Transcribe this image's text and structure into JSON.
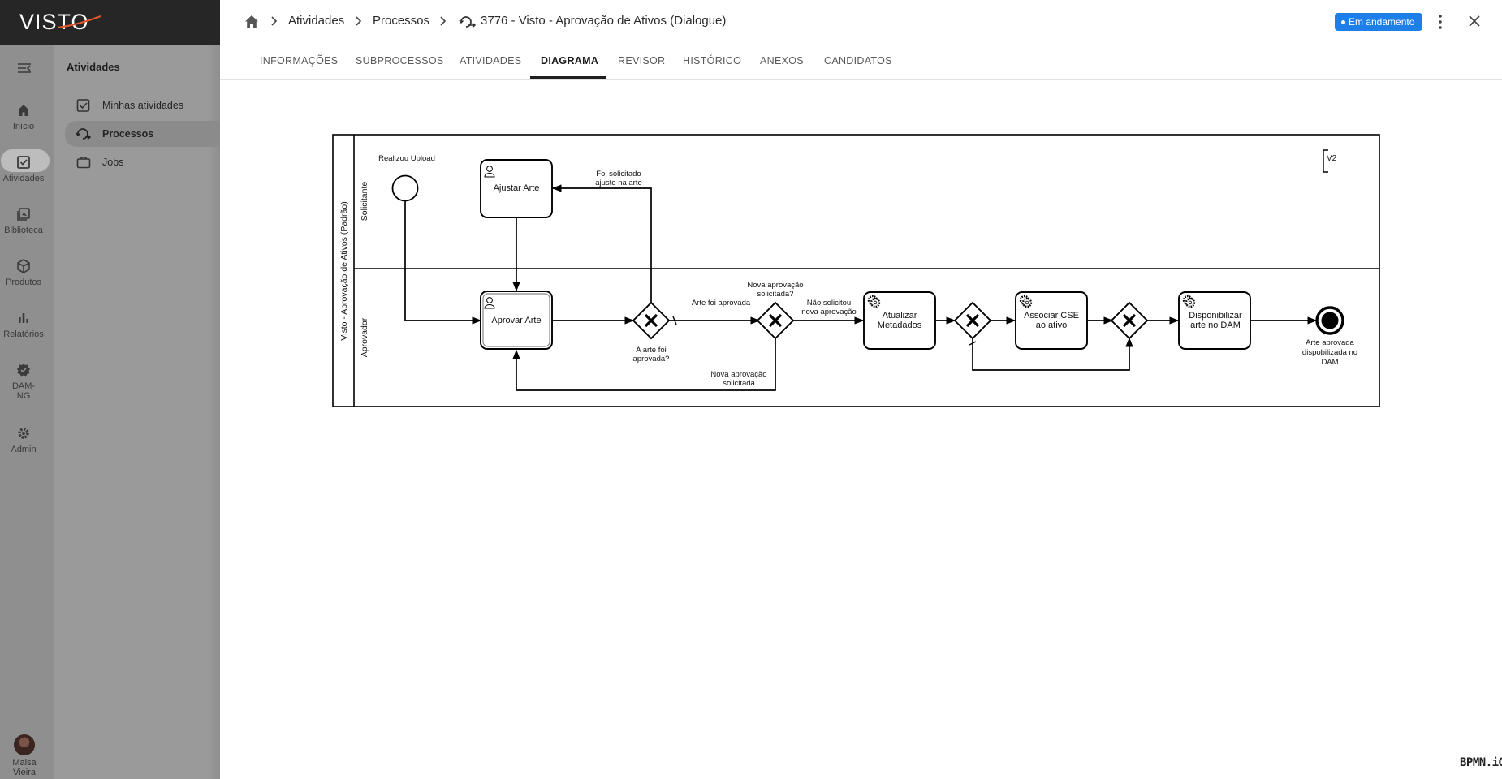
{
  "brand": {
    "name": "VISTO"
  },
  "rail": {
    "items": [
      {
        "label": "Início",
        "icon": "home-icon"
      },
      {
        "label": "Atividades",
        "icon": "check-square-icon"
      },
      {
        "label": "Biblioteca",
        "icon": "library-icon"
      },
      {
        "label": "Produtos",
        "icon": "box-icon"
      },
      {
        "label": "Relatórios",
        "icon": "bar-chart-icon"
      },
      {
        "label": "DAM-NG",
        "label_line1": "DAM-",
        "label_line2": "NG",
        "icon": "dam-icon"
      },
      {
        "label": "Admin",
        "icon": "gear-icon"
      }
    ],
    "user": {
      "name": "Maisa Vieira"
    }
  },
  "subnav": {
    "title": "Atividades",
    "items": [
      {
        "label": "Minhas atividades",
        "icon": "check-square-icon"
      },
      {
        "label": "Processos",
        "icon": "process-icon"
      },
      {
        "label": "Jobs",
        "icon": "briefcase-icon"
      }
    ]
  },
  "header": {
    "breadcrumb": [
      "Atividades",
      "Processos",
      "3776 - Visto - Aprovação de Ativos (Dialogue)"
    ],
    "status": "Em andamento",
    "status_color": "#1e7fe8"
  },
  "tabs": [
    {
      "label": "INFORMAÇÕES"
    },
    {
      "label": "SUBPROCESSOS"
    },
    {
      "label": "ATIVIDADES"
    },
    {
      "label": "DIAGRAMA",
      "active": true
    },
    {
      "label": "REVISOR"
    },
    {
      "label": "HISTÓRICO"
    },
    {
      "label": "ANEXOS"
    },
    {
      "label": "CANDIDATOS"
    }
  ],
  "diagram": {
    "pool": "Visto - Aprovação de Ativos (Padrão)",
    "lanes": [
      "Solicitante",
      "Aprovador"
    ],
    "version": "V2",
    "start_event": "Realizou Upload",
    "tasks": {
      "ajustar": "Ajustar Arte",
      "aprovar": "Aprovar Arte",
      "atualizar": [
        "Atualizar",
        "Metadados"
      ],
      "associar": [
        "Associar CSE",
        "ao ativo"
      ],
      "disponibilizar": [
        "Disponibilizar",
        "arte no DAM"
      ]
    },
    "gateways": {
      "g1": [
        "A arte foi",
        "aprovada?"
      ],
      "g2": [
        "Nova aprovação",
        "solicitada?"
      ]
    },
    "flows": {
      "ajuste": [
        "Foi solicitado",
        "ajuste na arte"
      ],
      "aprovada": "Arte foi aprovada",
      "nao_solicitou": [
        "Não solicitou",
        "nova aprovação"
      ],
      "nova_solicitada": [
        "Nova aprovação",
        "solicitada"
      ]
    },
    "end_event": [
      "Arte aprovada",
      "dispobilizada no",
      "DAM"
    ]
  },
  "footer": {
    "bpmn_logo": "BPMN.iO"
  }
}
